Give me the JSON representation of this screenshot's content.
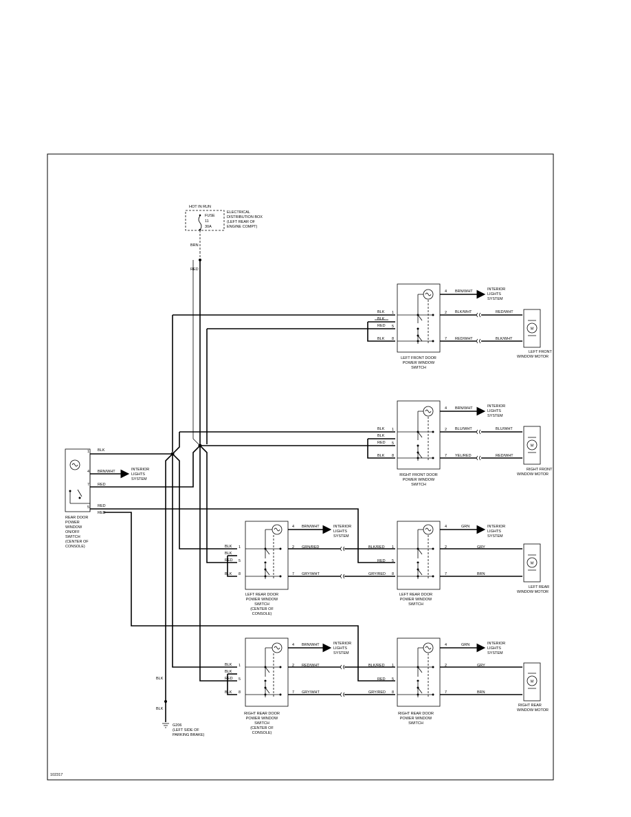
{
  "fuse": {
    "hot": "HOT IN RUN",
    "l1": "FUSE",
    "l2": "11",
    "l3": "30A",
    "box1": "ELECTRICAL",
    "box2": "DISTRIBUTION BOX",
    "box3": "(LEFT REAR OF",
    "box4": "ENGINE COMPT)"
  },
  "feed": {
    "brn": "BRN",
    "red": "RED"
  },
  "interior": {
    "l1": "INTERIOR",
    "l2": "LIGHTS",
    "l3": "SYSTEM"
  },
  "lf_switch": {
    "w1": "BLK",
    "w2": "BLK",
    "w3": "RED",
    "w4": "BLK",
    "p1": "1",
    "p5": "5",
    "p8": "8",
    "p4": "4",
    "p2": "2",
    "p7": "7",
    "o4": "BRN/WHT",
    "o2": "BLK/WHT",
    "o7": "RED/WHT",
    "m2": "RED/WHT",
    "m7": "BLK/WHT",
    "cap1": "LEFT FRONT DOOR",
    "cap2": "POWER WINDOW",
    "cap3": "SWITCH"
  },
  "lf_motor": {
    "cap1": "LEFT FRONT",
    "cap2": "WINDOW MOTOR"
  },
  "rf_switch": {
    "w1": "BLK",
    "w2": "BLK",
    "w3": "RED",
    "w4": "BLK",
    "p1": "1",
    "p5": "5",
    "p8": "8",
    "p4": "4",
    "p2": "2",
    "p7": "7",
    "o4": "BRN/WHT",
    "o2": "BLU/WHT",
    "o7": "YEL/RED",
    "m2": "BLU/WHT",
    "m7": "RED/WHT",
    "cap1": "RIGHT FRONT DOOR",
    "cap2": "POWER WINDOW",
    "cap3": "SWITCH"
  },
  "rf_motor": {
    "cap1": "RIGHT FRONT",
    "cap2": "WINDOW MOTOR"
  },
  "onoff": {
    "p1": "1",
    "p4": "4",
    "p7": "7",
    "p5": "5",
    "w1": "BLK",
    "w4": "BRN/WHT",
    "w7": "RED",
    "w5a": "RED",
    "w5b": "RED",
    "cap1": "REAR DOOR",
    "cap2": "POWER",
    "cap3": "WINDOW",
    "cap4": "ON/OFF",
    "cap5": "SWITCH",
    "cap6": "(CENTER OF",
    "cap7": "CONSOLE)"
  },
  "lr_console": {
    "w1": "BLK",
    "w2": "BLK",
    "w3": "RED",
    "w4": "BLK",
    "p1": "1",
    "p5": "5",
    "p8": "8",
    "p4": "4",
    "p2": "2",
    "p7": "7",
    "o4": "BRN/WHT",
    "o2": "GRN/RED",
    "o7": "GRY/WHT",
    "cap1": "LEFT REAR DOOR",
    "cap2": "POWER WINDOW",
    "cap3": "SWITCH",
    "cap4": "(CENTER OF",
    "cap5": "CONSOLE)"
  },
  "lr_door": {
    "w1": "BLK/RED",
    "w3": "RED",
    "w4": "GRY/RED",
    "p1": "1",
    "p5": "5",
    "p8": "8",
    "p4": "4",
    "p2": "2",
    "p7": "7",
    "o4": "GRN",
    "o2": "GRY",
    "o7": "BRN",
    "cap1": "LEFT REAR DOOR",
    "cap2": "POWER WINDOW",
    "cap3": "SWITCH"
  },
  "lr_motor": {
    "cap1": "LEFT REAR",
    "cap2": "WINDOW MOTOR"
  },
  "rr_console": {
    "w1": "BLK",
    "w2": "BLK",
    "w3": "RED",
    "w4": "BLK",
    "p1": "1",
    "p5": "5",
    "p8": "8",
    "p4": "4",
    "p2": "2",
    "p7": "7",
    "o4": "BRN/WHT",
    "o2": "RED/WHT",
    "o7": "GRY/WHT",
    "cap1": "RIGHT REAR DOOR",
    "cap2": "POWER WINDOW",
    "cap3": "SWITCH",
    "cap4": "(CENTER OF",
    "cap5": "CONSOLE)"
  },
  "rr_door": {
    "w1": "BLK/RED",
    "w3": "RED",
    "w4": "GRY/RED",
    "p1": "1",
    "p5": "5",
    "p8": "8",
    "p4": "4",
    "p2": "2",
    "p7": "7",
    "o4": "GRN",
    "o2": "GRY",
    "o7": "BRN",
    "cap1": "RIGHT REAR DOOR",
    "cap2": "POWER WINDOW",
    "cap3": "SWITCH"
  },
  "rr_motor": {
    "cap1": "RIGHT REAR",
    "cap2": "WINDOW MOTOR"
  },
  "ground": {
    "blk1": "BLK",
    "blk2": "BLK",
    "g1": "G206",
    "g2": "(LEFT SIDE OF",
    "g3": "PARKING BRAKE)"
  },
  "figure_id": "102317",
  "motor_glyph": "M"
}
